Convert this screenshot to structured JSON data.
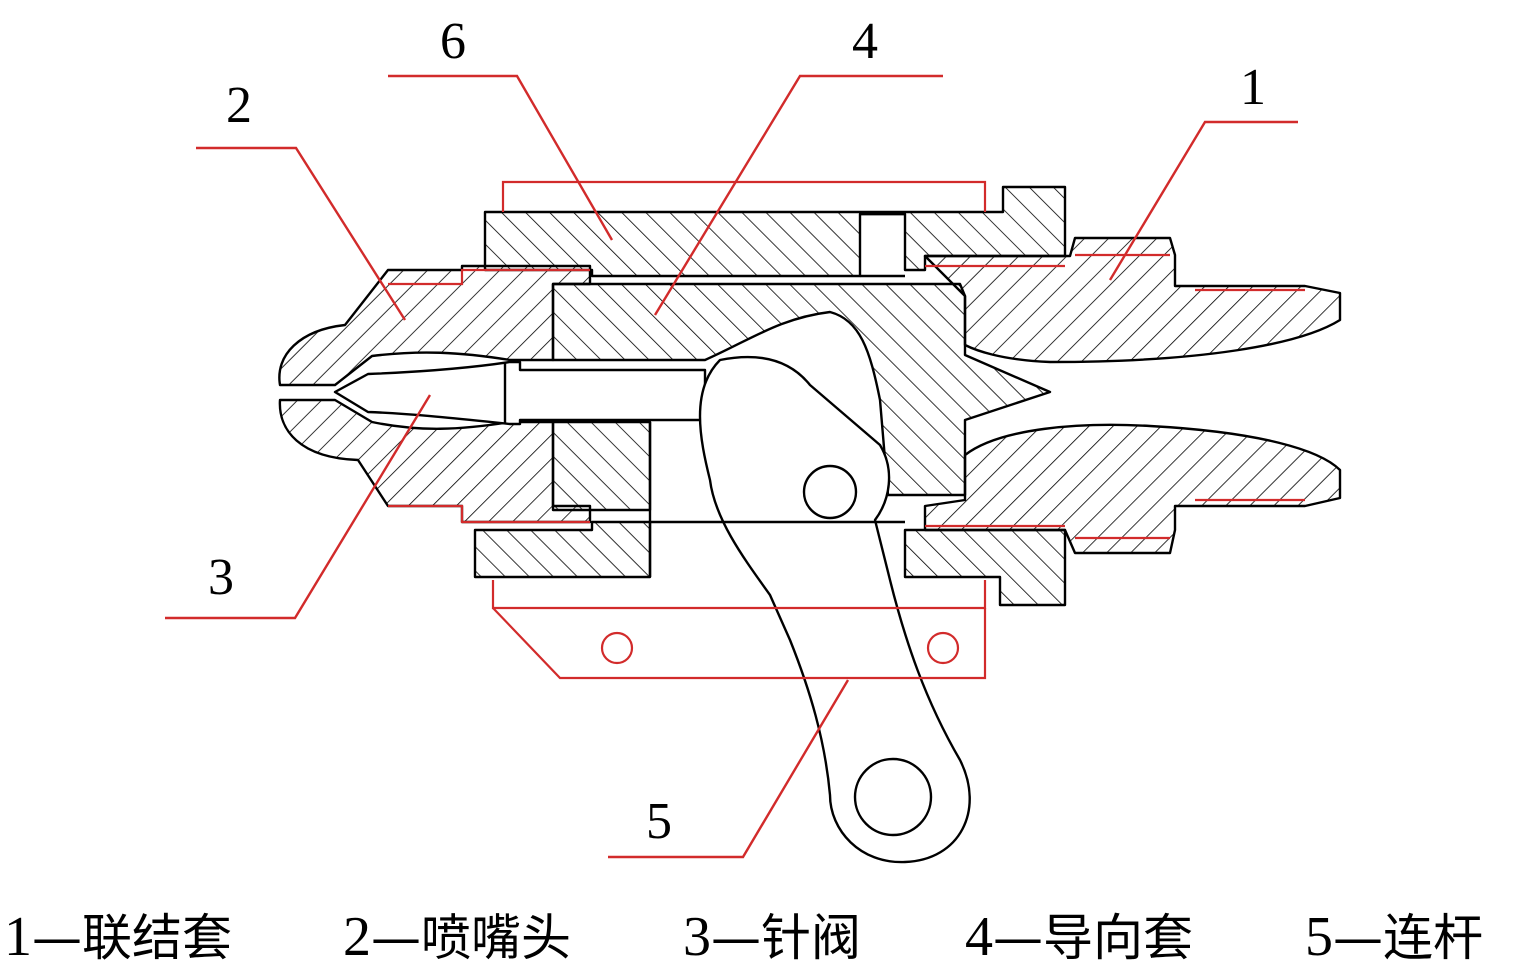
{
  "callouts": [
    {
      "id": "1",
      "label": "1"
    },
    {
      "id": "2",
      "label": "2"
    },
    {
      "id": "3",
      "label": "3"
    },
    {
      "id": "4",
      "label": "4"
    },
    {
      "id": "5",
      "label": "5"
    },
    {
      "id": "6",
      "label": "6"
    }
  ],
  "legend": [
    {
      "num": "1",
      "dash": "—",
      "name": "联结套"
    },
    {
      "num": "2",
      "dash": "—",
      "name": "喷嘴头"
    },
    {
      "num": "3",
      "dash": "—",
      "name": "针阀"
    },
    {
      "num": "4",
      "dash": "—",
      "name": "导向套"
    },
    {
      "num": "5",
      "dash": "—",
      "name": "连杆"
    }
  ],
  "colors": {
    "outline": "#000000",
    "leader": "#d22b2b",
    "hatch": "#000000"
  }
}
